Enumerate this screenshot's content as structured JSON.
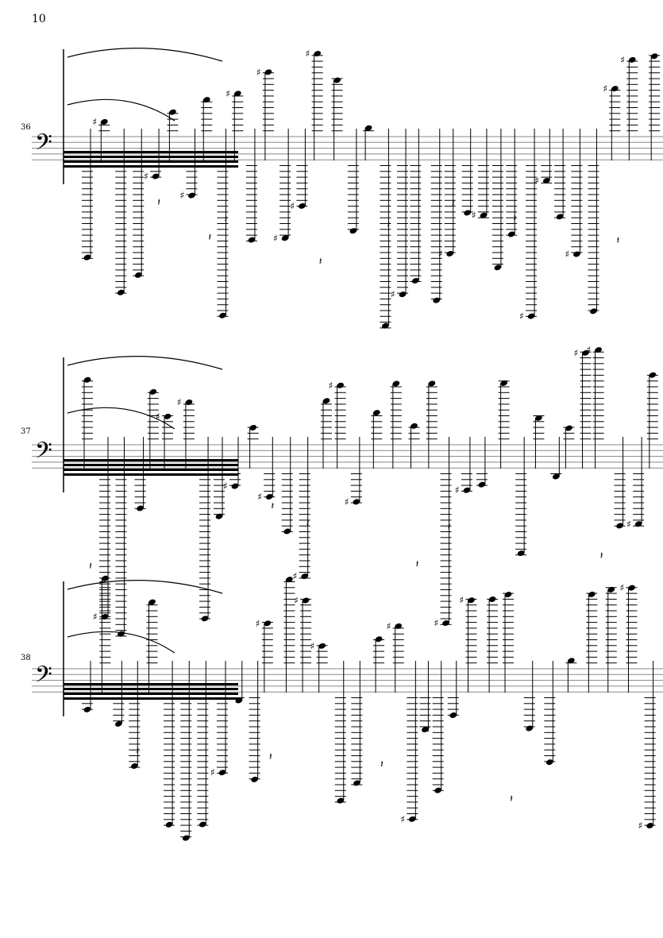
{
  "page": {
    "number": "10"
  },
  "systems": [
    {
      "measure_number": "36",
      "clef": "bass"
    },
    {
      "measure_number": "37",
      "clef": "bass"
    },
    {
      "measure_number": "38",
      "clef": "bass"
    }
  ],
  "colors": {
    "ink": "#000000",
    "staff": "#888888"
  }
}
